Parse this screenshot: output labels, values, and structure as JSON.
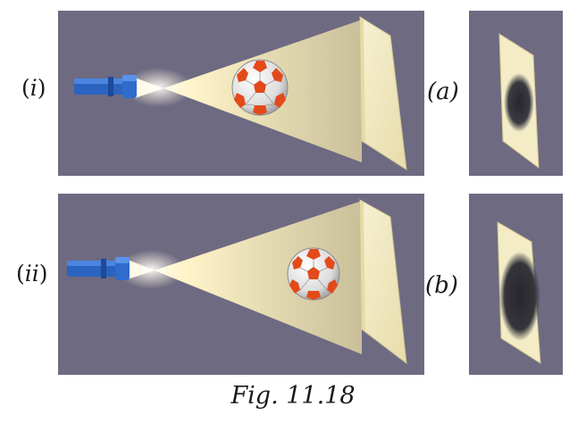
{
  "labels": {
    "row1_open": "(",
    "row1_roman": "i",
    "row1_close": ")",
    "row2_open": "(",
    "row2_roman": "ii",
    "row2_close": ")",
    "shadow_a": "(a)",
    "shadow_b": "(b)"
  },
  "caption": "Fig. 11.18",
  "colors": {
    "background_panel": "#6e6a82",
    "light_beam": "#fff6d0",
    "screen": "#f3ecc6",
    "torch": "#2a63c0",
    "ball_patch": "#e24a1a",
    "shadow": "#2c2c32"
  }
}
